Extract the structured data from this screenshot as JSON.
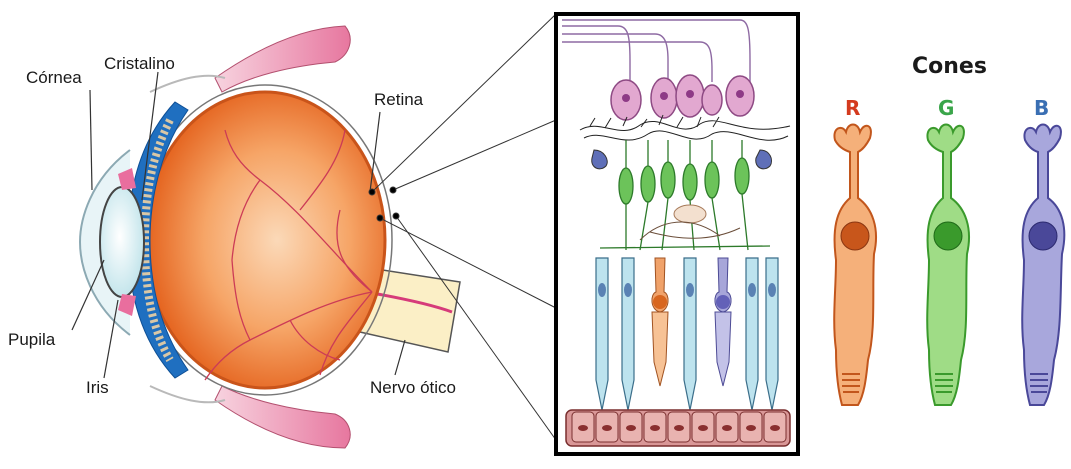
{
  "labels": {
    "cornea": "Córnea",
    "cristalino": "Cristalino",
    "retina": "Retina",
    "pupila": "Pupila",
    "iris": "Iris",
    "nervo_otico": "Nervo ótico"
  },
  "cones": {
    "title": "Cones",
    "types": [
      {
        "letter": "R",
        "color": "#d43a1e"
      },
      {
        "letter": "G",
        "color": "#3aa54a"
      },
      {
        "letter": "B",
        "color": "#3a6fb3"
      }
    ]
  },
  "colors": {
    "sclera_orange": "#ee7b2c",
    "iris_blue": "#1f6fc0",
    "lens": "#dff0f3",
    "muscle_pink": "#e68fb0",
    "cone_red": "#f3a874",
    "cone_green": "#8fd27a",
    "cone_blue": "#8f92d0"
  }
}
